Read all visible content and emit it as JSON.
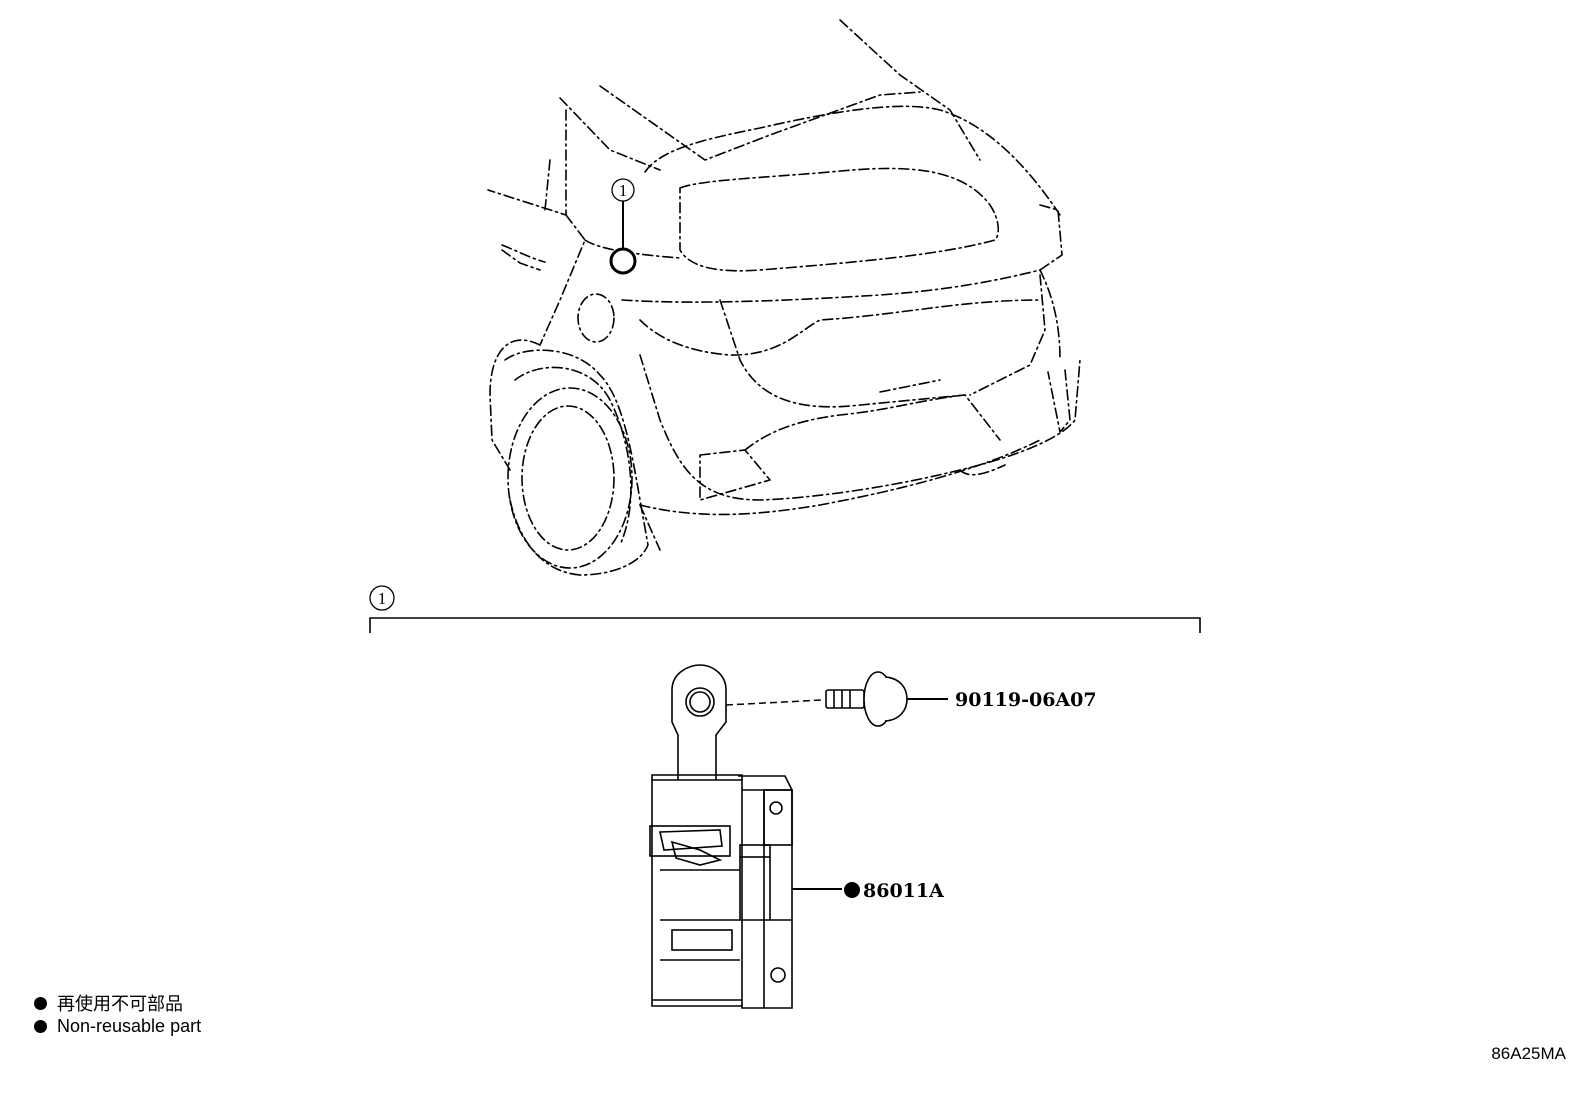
{
  "callouts": {
    "top": "1",
    "bracket": "1"
  },
  "parts": [
    {
      "number": "90119-06A07",
      "non_reusable": false
    },
    {
      "number": "86011A",
      "non_reusable": true
    }
  ],
  "legend": {
    "symbol": "●",
    "items": [
      "再使用不可部品",
      "Non-reusable part"
    ]
  },
  "figure_code": "86A25MA",
  "colors": {
    "line": "#000000",
    "background": "#ffffff"
  }
}
